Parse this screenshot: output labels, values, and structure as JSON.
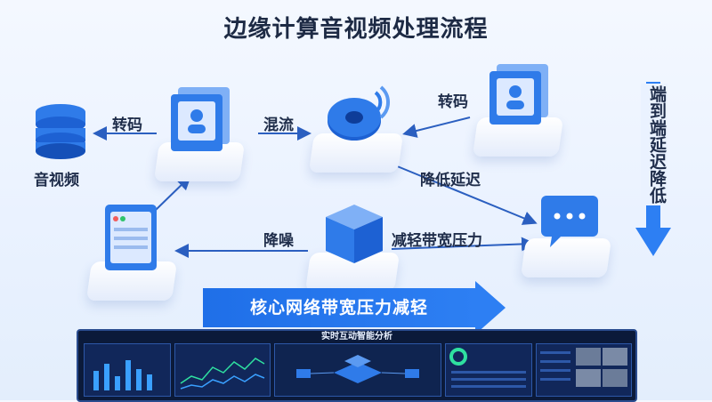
{
  "title": "边缘计算音视频处理流程",
  "labels": {
    "storage": "音视频",
    "transcode_left": "转码",
    "mix": "混流",
    "transcode_right": "转码",
    "latency": "降低延迟",
    "denoise": "降噪",
    "bandwidth": "减轻带宽压力"
  },
  "core_arrow": "核心网络带宽压力减轻",
  "side_text": "端到端延迟降低",
  "dashboard": {
    "title": "实时互动智能分析"
  },
  "colors": {
    "accent": "#2d7ff3",
    "accent_dark": "#1f6fe8",
    "title_text": "#1d2a44",
    "dashboard_bg": "#0b1a3a"
  }
}
